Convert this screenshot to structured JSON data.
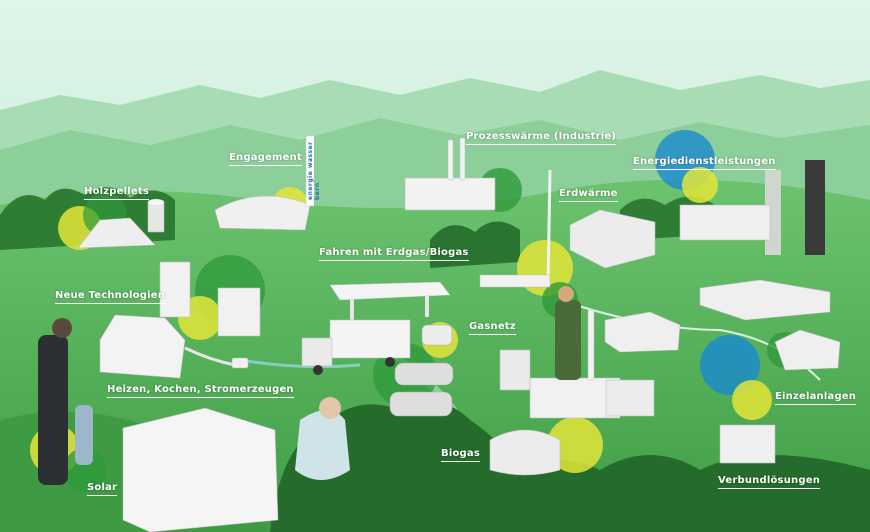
{
  "colors": {
    "sky": "#cfeede",
    "hills_far": "#8fcfa0",
    "hills_mid": "#5dbb6b",
    "grass": "#4aa84f",
    "forest": "#2f7d34",
    "accent_yellow": "#e3e53a",
    "accent_blue": "#1a8ad0",
    "accent_green": "#2e9a3a",
    "building": "#f2f2f2"
  },
  "labels": {
    "holzpellets": "Holzpellets",
    "engagement": "Engagement",
    "prozesswaerme": "Prozesswärme (Industrie)",
    "energiedienstleistungen": "Energiedienstleistungen",
    "erdwaerme": "Erdwärme",
    "fahren": "Fahren mit Erdgas/Biogas",
    "neue_technologien": "Neue Technologien",
    "gasnetz": "Gasnetz",
    "heizen": "Heizen, Kochen, Stromerzeugen",
    "einzelanlagen": "Einzelanlagen",
    "biogas": "Biogas",
    "solar": "Solar",
    "verbundloesungen": "Verbundlösungen"
  },
  "sign_text": "energie wasser bern",
  "icons": [
    "wood-pellets-icon",
    "silo-icon",
    "dome-hall-icon",
    "factory-icon",
    "drill-rig-icon",
    "office-building-icon",
    "businesspeople-icon",
    "gas-station-icon",
    "truck-icon",
    "car-icon",
    "stove-icon",
    "radiator-icon",
    "house-icon",
    "plug-icon",
    "biogas-plant-icon",
    "digester-tank-icon",
    "apartment-block-icon",
    "residential-houses-icon",
    "heating-unit-icon",
    "person-icon",
    "girl-icon",
    "worker-icon"
  ]
}
